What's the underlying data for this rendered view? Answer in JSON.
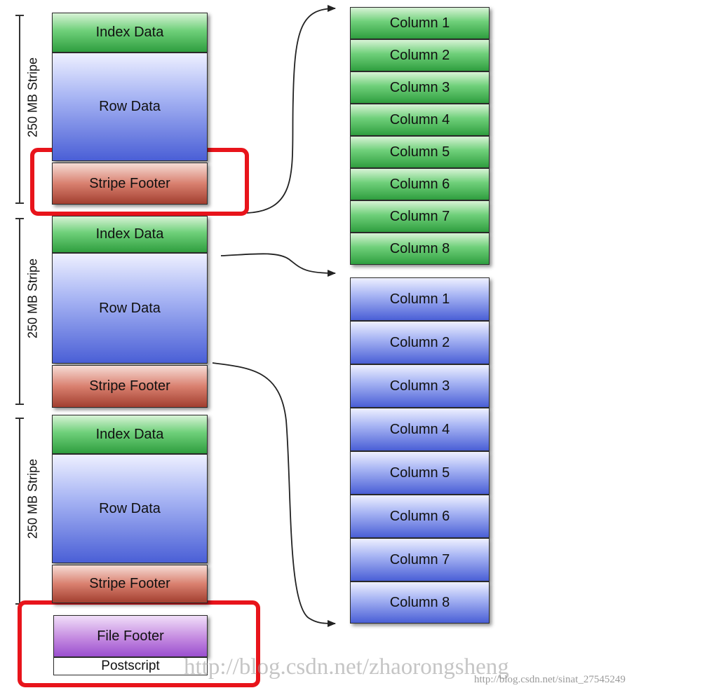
{
  "stripes": [
    {
      "label": "250 MB Stripe",
      "index_data": "Index Data",
      "row_data": "Row Data",
      "stripe_footer": "Stripe Footer"
    },
    {
      "label": "250 MB Stripe",
      "index_data": "Index Data",
      "row_data": "Row Data",
      "stripe_footer": "Stripe Footer"
    },
    {
      "label": "250 MB Stripe",
      "index_data": "Index Data",
      "row_data": "Row Data",
      "stripe_footer": "Stripe Footer"
    }
  ],
  "file_footer": "File Footer",
  "postscript": "Postscript",
  "index_columns": [
    "Column 1",
    "Column 2",
    "Column 3",
    "Column 4",
    "Column 5",
    "Column 6",
    "Column 7",
    "Column 8"
  ],
  "row_columns": [
    "Column 1",
    "Column 2",
    "Column 3",
    "Column 4",
    "Column 5",
    "Column 6",
    "Column 7",
    "Column 8"
  ],
  "colors": {
    "highlight": "#e8141b",
    "index": "#3fae4f",
    "row": "#4a5fd6",
    "footer": "#a23f30",
    "file_footer": "#9a4fcf"
  },
  "watermark": {
    "main": "http://blog.csdn.net/zhaorongsheng",
    "small": "http://blog.csdn.net/sinat_27545249"
  }
}
